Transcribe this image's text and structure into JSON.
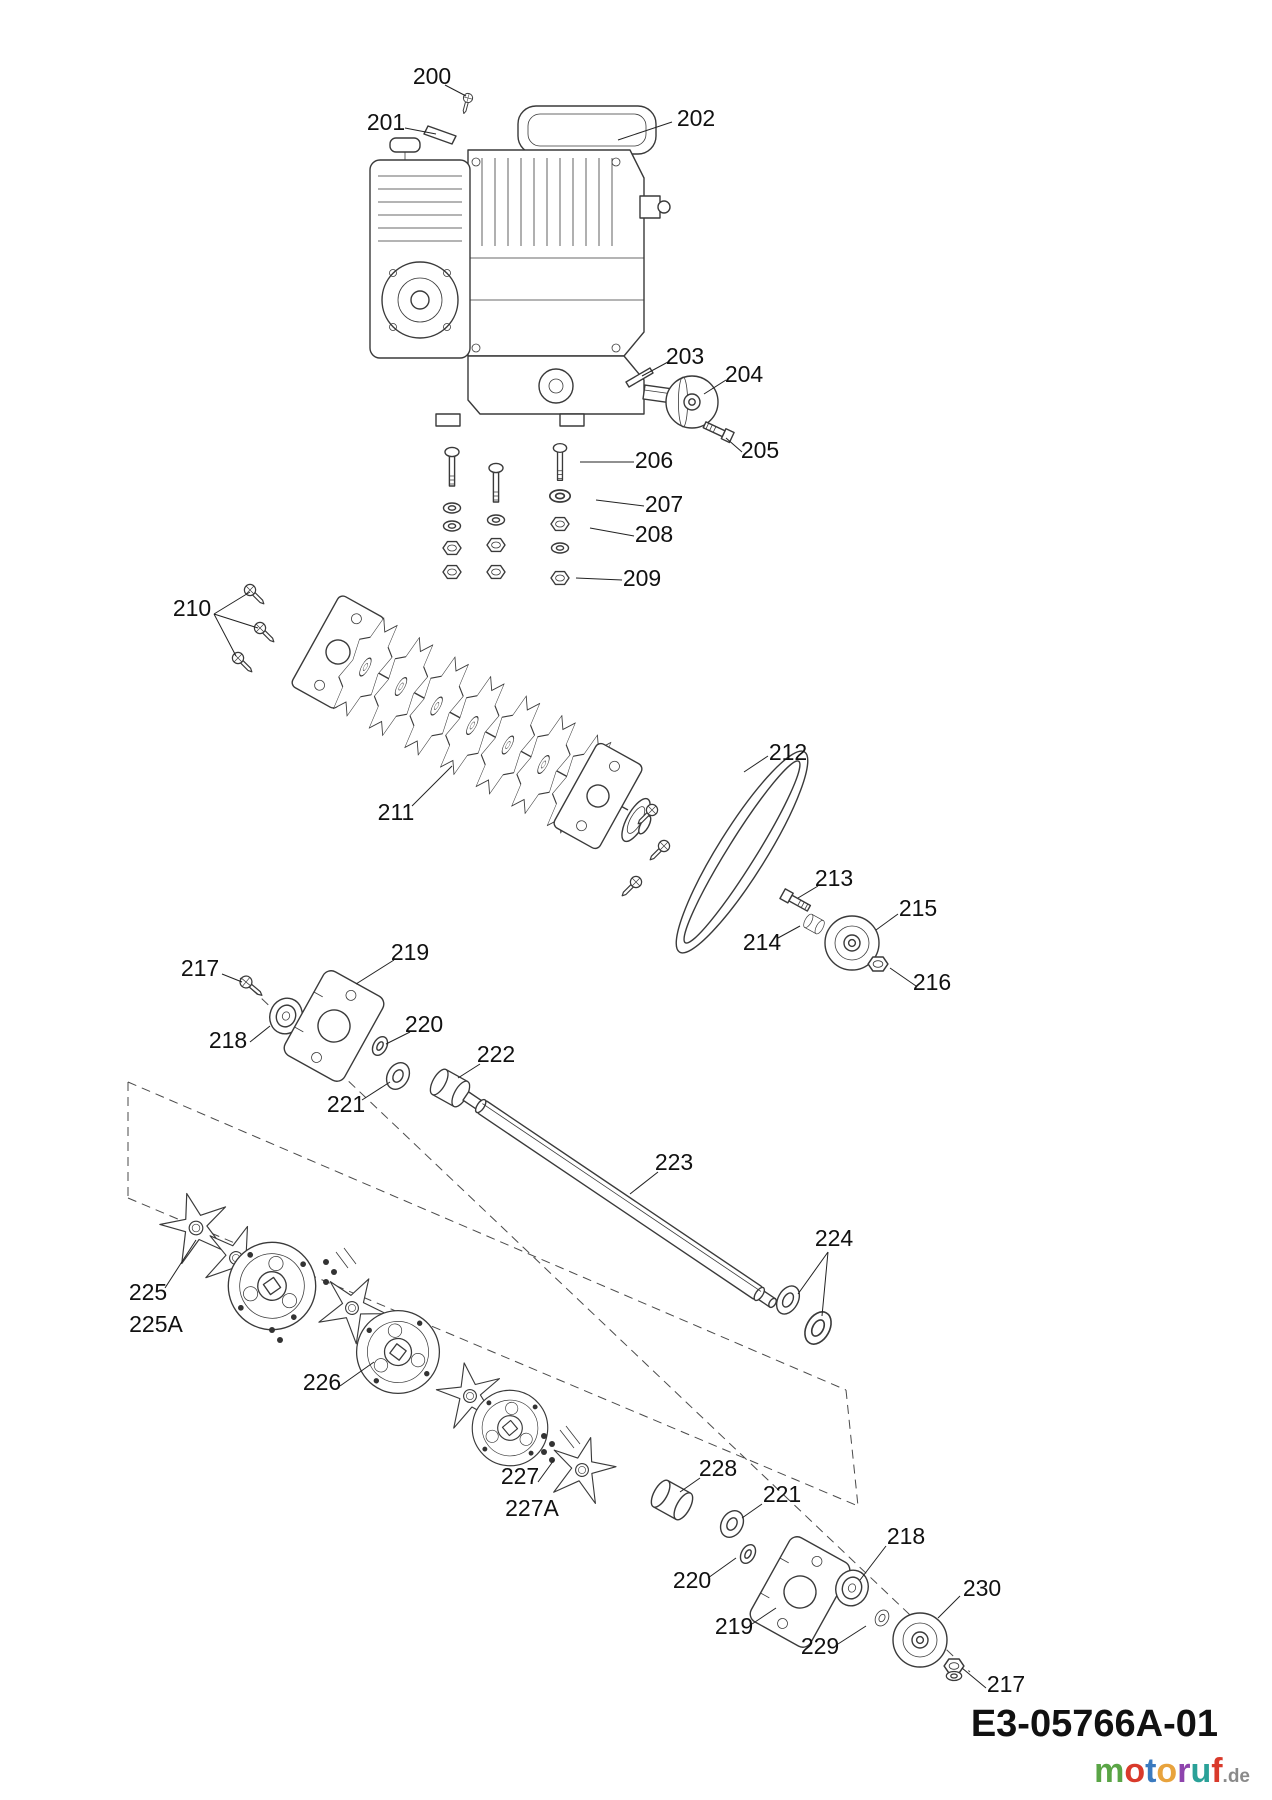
{
  "diagram": {
    "code": "E3-05766A-01",
    "background": "#ffffff",
    "line_color": "#3a3a3a"
  },
  "watermark": {
    "text": "motoruf",
    "suffix": ".de",
    "suffix_color": "#8a8a8a",
    "letters": [
      {
        "ch": "m",
        "color": "#5aa546"
      },
      {
        "ch": "o",
        "color": "#d93a2b"
      },
      {
        "ch": "t",
        "color": "#3a7abf"
      },
      {
        "ch": "o",
        "color": "#e8a33d"
      },
      {
        "ch": "r",
        "color": "#8e44ad"
      },
      {
        "ch": "u",
        "color": "#2aa198"
      },
      {
        "ch": "f",
        "color": "#d93a2b"
      }
    ]
  },
  "labels": {
    "p200": "200",
    "p201": "201",
    "p202": "202",
    "p203": "203",
    "p204": "204",
    "p205": "205",
    "p206": "206",
    "p207": "207",
    "p208": "208",
    "p209": "209",
    "p210": "210",
    "p211": "211",
    "p212": "212",
    "p213": "213",
    "p214": "214",
    "p215": "215",
    "p216": "216",
    "p217": "217",
    "p218": "218",
    "p219": "219",
    "p220": "220",
    "p221": "221",
    "p222": "222",
    "p223": "223",
    "p224": "224",
    "p225": "225",
    "p225a": "225A",
    "p226": "226",
    "p227": "227",
    "p227a": "227A",
    "p228": "228",
    "p229": "229",
    "p230": "230",
    "p217b": "217",
    "p218b": "218",
    "p219b": "219",
    "p220b": "220",
    "p221b": "221"
  }
}
